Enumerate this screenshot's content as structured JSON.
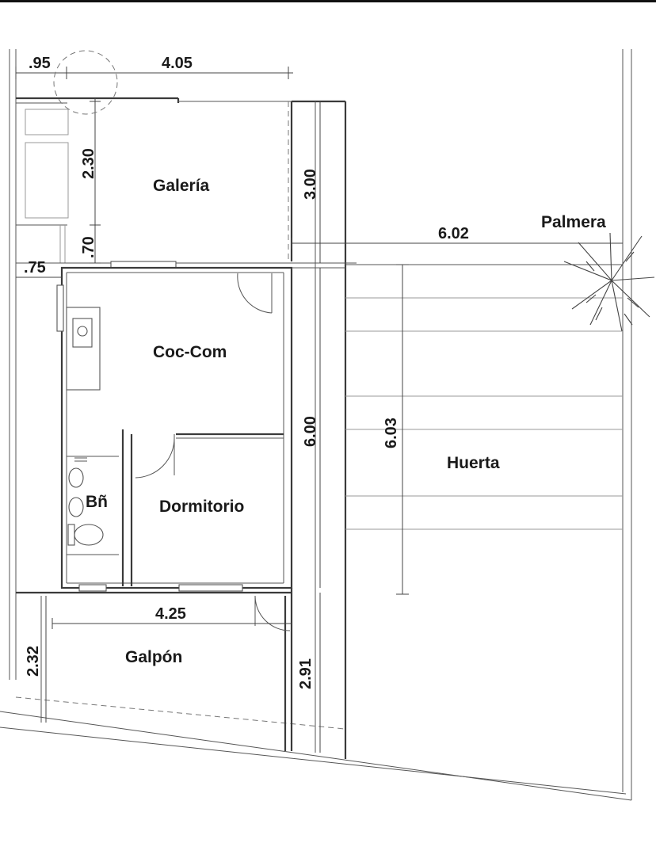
{
  "rooms": {
    "galeria": "Galería",
    "coc_com": "Coc-Com",
    "bano": "Bñ",
    "dormitorio": "Dormitorio",
    "galpon": "Galpón",
    "huerta": "Huerta",
    "palmera": "Palmera"
  },
  "dimensions": {
    "d095": ".95",
    "d405": "4.05",
    "d230": "2.30",
    "d300": "3.00",
    "d070": ".70",
    "d075": ".75",
    "d602": "6.02",
    "d600": "6.00",
    "d603": "6.03",
    "d425": "4.25",
    "d232": "2.32",
    "d291": "2.91"
  }
}
